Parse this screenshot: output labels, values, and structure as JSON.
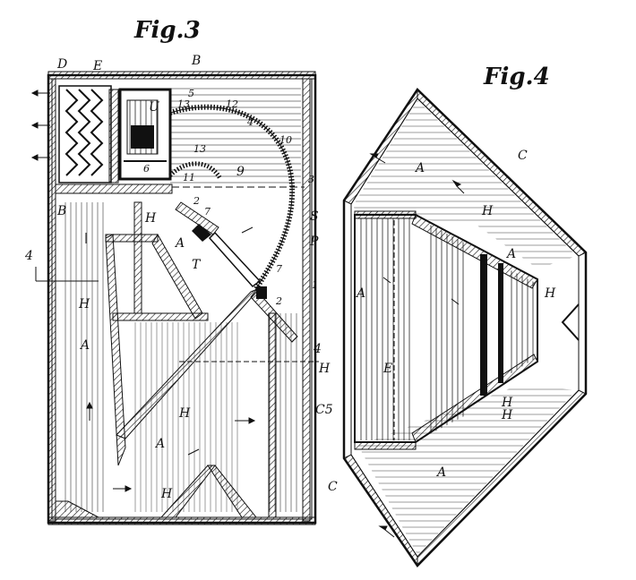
{
  "figures": [
    {
      "id": "fig3",
      "title": "Fig.3"
    },
    {
      "id": "fig4",
      "title": "Fig.4"
    }
  ],
  "fig3_labels": {
    "D": "D",
    "E": "E",
    "B_top": "B",
    "n5": "5",
    "U": "U",
    "n13a": "13",
    "n12": "12",
    "n4": "4",
    "n10": "10",
    "n13b": "13",
    "n6": "6",
    "n11": "11",
    "n9": "9",
    "n3": "3",
    "B_left": "B",
    "n2a": "2",
    "H_a": "H",
    "n7a": "7",
    "A_a": "A",
    "S": "S",
    "P": "P",
    "T": "T",
    "n7b": "7",
    "n1": "1",
    "n2b": "2",
    "sec_a": "4",
    "H_b": "H",
    "A_b": "A",
    "sec_b": "4",
    "H_c": "H",
    "H_d": "H",
    "C5": "C5",
    "A_c": "A",
    "H_e": "H",
    "C": "C"
  },
  "fig4_labels": {
    "C": "C",
    "A_top": "A",
    "H1": "H",
    "A_mid_r": "A",
    "H2": "H",
    "A_left": "A",
    "H3": "H",
    "E": "E",
    "H4": "H",
    "A_bottom": "A"
  },
  "colors": {
    "ink": "#111111",
    "paper": "#ffffff"
  }
}
